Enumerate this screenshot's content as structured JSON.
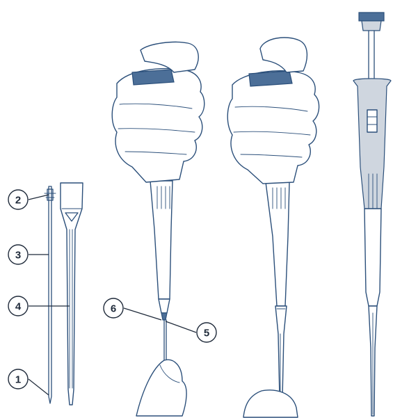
{
  "callouts": [
    {
      "id": "1",
      "label": "1"
    },
    {
      "id": "2",
      "label": "2"
    },
    {
      "id": "3",
      "label": "3"
    },
    {
      "id": "4",
      "label": "4"
    },
    {
      "id": "5",
      "label": "5"
    },
    {
      "id": "6",
      "label": "6"
    }
  ],
  "colors": {
    "ink": "#2b4f7a",
    "accent": "#4c6f98",
    "shade": "#cfd6df",
    "background": "#ffffff"
  }
}
